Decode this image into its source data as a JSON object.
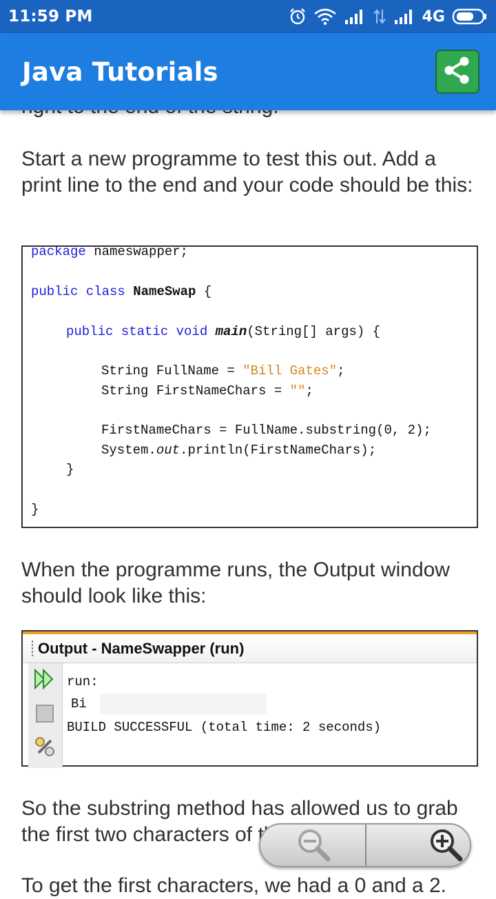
{
  "status_bar": {
    "time": "11:59 PM",
    "network": "4G",
    "icons": [
      "alarm-icon",
      "wifi-icon",
      "signal-icon",
      "data-arrows-icon",
      "signal-icon",
      "battery-icon"
    ]
  },
  "app_bar": {
    "title": "Java Tutorials",
    "share_icon": "share-icon",
    "share_color": "#2fa84f",
    "bar_color": "#1e7de0"
  },
  "article": {
    "cut_paragraph": "right to the end of the string.",
    "paragraph_1": "Start a new programme to test this out. Add a print line to the end and your code should be this:",
    "code": {
      "line_package_kw": "package",
      "line_package_rest": " nameswapper;",
      "line_class_kw": "public class ",
      "line_class_name": "NameSwap",
      "line_class_rest": " {",
      "line_main_kw": "public static void ",
      "line_main_name": "main",
      "line_main_rest": "(String[] args) {",
      "line_fullname_pre": "String FullName = ",
      "line_fullname_str": "\"Bill Gates\"",
      "line_fullname_end": ";",
      "line_first_pre": "String FirstNameChars = ",
      "line_first_str": "\"\"",
      "line_first_end": ";",
      "line_substring": "FirstNameChars = FullName.substring(0, 2);",
      "line_print_pre": "System.",
      "line_print_out": "out",
      "line_print_rest": ".println(FirstNameChars);",
      "close_inner": "}",
      "close_outer": "}"
    },
    "paragraph_2": "When the programme runs, the Output window should look like this:",
    "output": {
      "title": "Output - NameSwapper (run)",
      "line_run": "run:",
      "line_result": "Bi",
      "line_build": "BUILD SUCCESSFUL (total time: 2 seconds)"
    },
    "paragraph_3": "So the substring method has allowed us to grab the first two characters of the name \"Bill\".",
    "paragraph_4": "To get the first characters, we had a 0 and a 2."
  },
  "zoom": {
    "zoom_out_icon": "zoom-out-icon",
    "zoom_in_icon": "zoom-in-icon"
  }
}
